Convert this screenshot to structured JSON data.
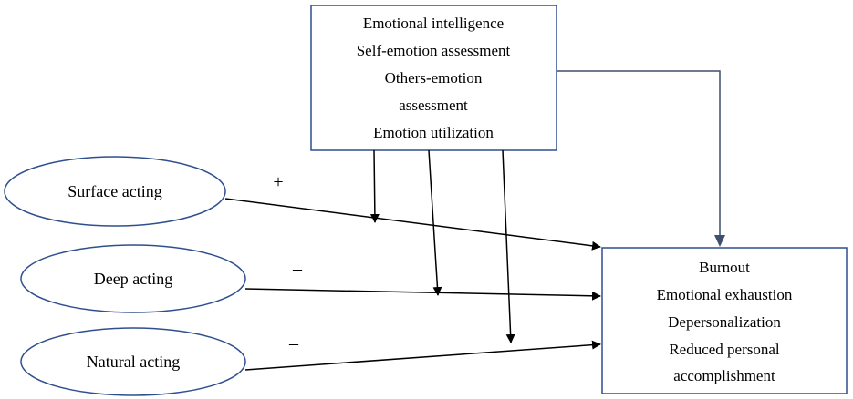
{
  "moderator_box": {
    "lines": [
      "Emotional intelligence",
      "Self-emotion assessment",
      "Others-emotion",
      "assessment",
      "Emotion utilization"
    ],
    "border_color": "#2f4f8f"
  },
  "outcome_box": {
    "lines": [
      "Burnout",
      "Emotional exhaustion",
      "Depersonalization",
      "Reduced personal",
      "accomplishment"
    ],
    "border_color": "#2f4f8f"
  },
  "predictors": [
    {
      "label": "Surface acting",
      "sign": "+"
    },
    {
      "label": "Deep acting",
      "sign": "–"
    },
    {
      "label": "Natural acting",
      "sign": "–"
    }
  ],
  "moderator_direct_sign": "–",
  "colors": {
    "ellipse_stroke": "#2f4f8f",
    "arrow": "#000000",
    "connector": "#3f4f6f"
  }
}
